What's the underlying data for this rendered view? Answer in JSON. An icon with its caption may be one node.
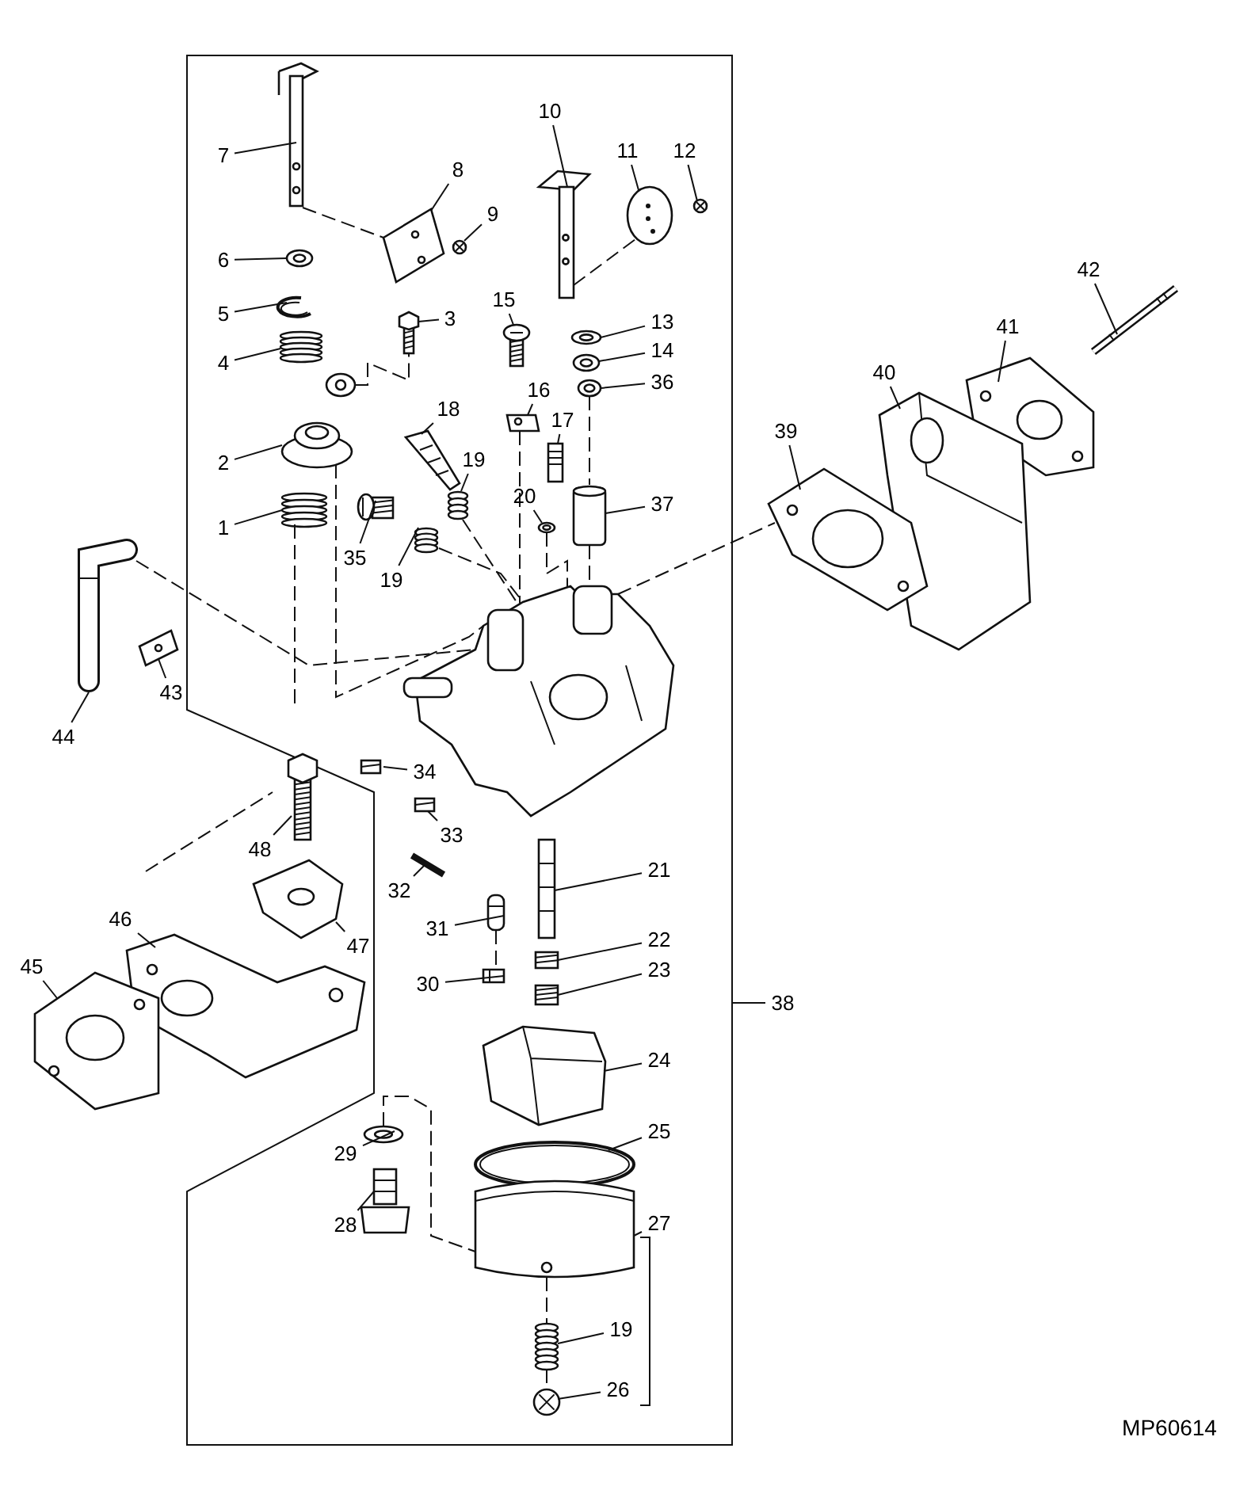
{
  "diagram": {
    "nodes": [
      {
        "text": [
          "7"
        ]
      },
      {
        "text": [
          "10"
        ]
      },
      {
        "text": [
          "11"
        ]
      },
      {
        "text": [
          "12"
        ]
      },
      {
        "text": [
          "8"
        ]
      },
      {
        "text": [
          "9"
        ]
      },
      {
        "text": [
          "42"
        ]
      },
      {
        "text": [
          "6"
        ]
      },
      {
        "text": [
          "15"
        ]
      },
      {
        "text": [
          "5"
        ]
      },
      {
        "text": [
          "3"
        ]
      },
      {
        "text": [
          "13"
        ]
      },
      {
        "text": [
          "41"
        ]
      },
      {
        "text": [
          "14"
        ]
      },
      {
        "text": [
          "4"
        ]
      },
      {
        "text": [
          "40"
        ]
      },
      {
        "text": [
          "36"
        ]
      },
      {
        "text": [
          "16"
        ]
      },
      {
        "text": [
          "18"
        ]
      },
      {
        "text": [
          "17"
        ]
      },
      {
        "text": [
          "39"
        ]
      },
      {
        "text": [
          "19"
        ]
      },
      {
        "text": [
          "2"
        ]
      },
      {
        "text": [
          "20"
        ]
      },
      {
        "text": [
          "37"
        ]
      },
      {
        "text": [
          "1"
        ]
      },
      {
        "text": [
          "35"
        ]
      },
      {
        "text": [
          "19"
        ]
      },
      {
        "text": [
          "43"
        ]
      },
      {
        "text": [
          "44"
        ]
      },
      {
        "text": [
          "34"
        ]
      },
      {
        "text": [
          "33"
        ]
      },
      {
        "text": [
          "48"
        ]
      },
      {
        "text": [
          "21"
        ]
      },
      {
        "text": [
          "32"
        ]
      },
      {
        "text": [
          "47"
        ]
      },
      {
        "text": [
          "46"
        ]
      },
      {
        "text": [
          "31"
        ]
      },
      {
        "text": [
          "22"
        ]
      },
      {
        "text": [
          "45"
        ]
      },
      {
        "text": [
          "23"
        ]
      },
      {
        "text": [
          "30"
        ]
      },
      {
        "text": [
          "38"
        ]
      },
      {
        "text": [
          "24"
        ]
      },
      {
        "text": [
          "25"
        ]
      },
      {
        "text": [
          "29"
        ]
      },
      {
        "text": [
          "28"
        ]
      },
      {
        "text": [
          "27"
        ]
      },
      {
        "text": [
          "19"
        ]
      },
      {
        "text": [
          "26"
        ]
      },
      {
        "text": [],
        "shape": "picture"
      },
      {
        "text": [],
        "shape": "picture"
      },
      {
        "text": [],
        "shape": "picture"
      },
      {
        "text": [],
        "shape": "picture"
      },
      {
        "text": [],
        "shape": "picture"
      },
      {
        "text": [],
        "shape": "picture"
      },
      {
        "text": [],
        "shape": "picture"
      },
      {
        "text": [],
        "shape": "picture"
      },
      {
        "text": [],
        "shape": "picture"
      },
      {
        "text": [],
        "shape": "picture"
      },
      {
        "text": [],
        "shape": "picture"
      },
      {
        "text": [],
        "shape": "picture"
      },
      {
        "text": [],
        "shape": "picture"
      },
      {
        "text": [],
        "shape": "picture"
      },
      {
        "text": [],
        "shape": "picture"
      },
      {
        "text": [],
        "shape": "picture"
      },
      {
        "text": [],
        "shape": "picture"
      },
      {
        "text": [],
        "shape": "picture"
      },
      {
        "text": [],
        "shape": "picture"
      },
      {
        "text": [],
        "shape": "picture"
      },
      {
        "text": [],
        "shape": "picture"
      },
      {
        "text": [],
        "shape": "picture"
      },
      {
        "text": [],
        "shape": "picture"
      },
      {
        "text": [],
        "shape": "picture"
      },
      {
        "text": [],
        "shape": "picture"
      },
      {
        "text": [],
        "shape": "picture"
      },
      {
        "text": [],
        "shape": "picture"
      },
      {
        "text": [],
        "shape": "picture"
      },
      {
        "text": [],
        "shape": "picture"
      },
      {
        "text": [],
        "shape": "picture"
      },
      {
        "text": [],
        "shape": "picture"
      },
      {
        "text": [],
        "shape": "picture"
      },
      {
        "text": [],
        "shape": "picture"
      },
      {
        "text": [],
        "shape": "picture"
      },
      {
        "text": [],
        "shape": "bar"
      },
      {
        "text": [],
        "shape": "picture"
      },
      {
        "text": [],
        "shape": "picture"
      },
      {
        "text": [],
        "shape": "picture"
      },
      {
        "text": [],
        "shape": "picture"
      },
      {
        "text": [],
        "shape": "picture"
      },
      {
        "text": [],
        "shape": "picture"
      },
      {
        "text": [],
        "shape": "picture"
      },
      {
        "text": [],
        "shape": "picture"
      },
      {
        "text": [],
        "shape": "picture"
      },
      {
        "text": [],
        "shape": "picture"
      },
      {
        "text": [],
        "shape": "picture"
      },
      {
        "text": [],
        "shape": "picture"
      },
      {
        "text": [],
        "shape": "picture"
      },
      {
        "text": [],
        "shape": "picture"
      },
      {
        "text": [],
        "shape": "picture"
      }
    ],
    "edges": [
      {
        "from": 0,
        "to": 50,
        "arrow": "none"
      },
      {
        "from": 1,
        "to": 51,
        "arrow": "none"
      },
      {
        "from": 2,
        "to": 52,
        "arrow": "none"
      },
      {
        "from": 3,
        "to": 53,
        "arrow": "none"
      },
      {
        "from": 4,
        "to": 54,
        "arrow": "none"
      },
      {
        "from": 5,
        "to": 55,
        "arrow": "none"
      },
      {
        "from": 6,
        "to": 56,
        "arrow": "none"
      },
      {
        "from": 7,
        "to": 57,
        "arrow": "none"
      },
      {
        "from": 8,
        "to": 58,
        "arrow": "none"
      },
      {
        "from": 9,
        "to": 59,
        "arrow": "none"
      },
      {
        "from": 10,
        "to": 60,
        "arrow": "none"
      },
      {
        "from": 11,
        "to": 61,
        "arrow": "none"
      },
      {
        "from": 12,
        "to": 62,
        "arrow": "none"
      },
      {
        "from": 13,
        "to": 63,
        "arrow": "none"
      },
      {
        "from": 14,
        "to": 64,
        "arrow": "none"
      },
      {
        "from": 15,
        "to": 65,
        "arrow": "none"
      },
      {
        "from": 16,
        "to": 66,
        "arrow": "none"
      },
      {
        "from": 17,
        "to": 67,
        "arrow": "none"
      },
      {
        "from": 18,
        "to": 68,
        "arrow": "none"
      },
      {
        "from": 19,
        "to": 69,
        "arrow": "none"
      },
      {
        "from": 20,
        "to": 70,
        "arrow": "none"
      },
      {
        "from": 21,
        "to": 71,
        "arrow": "none"
      },
      {
        "from": 22,
        "to": 72,
        "arrow": "none"
      },
      {
        "from": 23,
        "to": 73,
        "arrow": "none"
      },
      {
        "from": 24,
        "to": 74,
        "arrow": "none"
      },
      {
        "from": 25,
        "to": 75,
        "arrow": "none"
      },
      {
        "from": 26,
        "to": 76,
        "arrow": "none"
      },
      {
        "from": 27,
        "to": 77,
        "arrow": "none"
      },
      {
        "from": 28,
        "to": 78,
        "arrow": "none"
      },
      {
        "from": 29,
        "to": 79,
        "arrow": "none"
      },
      {
        "from": 30,
        "to": 80,
        "arrow": "none"
      },
      {
        "from": 31,
        "to": 81,
        "arrow": "none"
      },
      {
        "from": 32,
        "to": 82,
        "arrow": "none"
      },
      {
        "from": 33,
        "to": 83,
        "arrow": "none"
      },
      {
        "from": 34,
        "to": 84,
        "arrow": "none"
      },
      {
        "from": 35,
        "to": 85,
        "arrow": "none"
      },
      {
        "from": 36,
        "to": 86,
        "arrow": "none"
      },
      {
        "from": 37,
        "to": 87,
        "arrow": "none"
      },
      {
        "from": 38,
        "to": 88,
        "arrow": "none"
      },
      {
        "from": 39,
        "to": 89,
        "arrow": "none"
      },
      {
        "from": 40,
        "to": 90,
        "arrow": "none"
      },
      {
        "from": 41,
        "to": 91,
        "arrow": "none"
      },
      {
        "from": 42,
        "to": null,
        "arrow": "none"
      },
      {
        "from": 43,
        "to": 92,
        "arrow": "none"
      },
      {
        "from": 44,
        "to": 93,
        "arrow": "none"
      },
      {
        "from": 45,
        "to": 94,
        "arrow": "none"
      },
      {
        "from": 46,
        "to": 95,
        "arrow": "none"
      },
      {
        "from": 47,
        "to": 96,
        "arrow": "none"
      },
      {
        "from": 48,
        "to": 97,
        "arrow": "none"
      },
      {
        "from": 49,
        "to": 98,
        "arrow": "none"
      },
      {
        "from": 50,
        "to": 54,
        "arrow": "none",
        "style": "dashed"
      },
      {
        "from": 51,
        "to": 52,
        "arrow": "none",
        "style": "dashed"
      },
      {
        "from": 66,
        "to": 74,
        "arrow": "none",
        "style": "dashed"
      },
      {
        "from": 74,
        "to": 99,
        "arrow": "none",
        "style": "dashed"
      },
      {
        "from": 73,
        "to": 99,
        "arrow": "none",
        "style": "dashed"
      },
      {
        "from": 67,
        "to": 99,
        "arrow": "none",
        "style": "dashed"
      },
      {
        "from": 71,
        "to": 99,
        "arrow": "none",
        "style": "dashed"
      },
      {
        "from": 77,
        "to": 99,
        "arrow": "none",
        "style": "dashed"
      },
      {
        "from": 72,
        "to": 99,
        "arrow": "none",
        "style": "dashed"
      },
      {
        "from": 75,
        "to": null,
        "arrow": "none",
        "style": "dashed"
      },
      {
        "from": 79,
        "to": 99,
        "arrow": "none",
        "style": "dashed"
      },
      {
        "from": 72,
        "to": 60,
        "arrow": "none",
        "style": "dashed"
      },
      {
        "from": 99,
        "to": 70,
        "arrow": "none",
        "style": "dashed"
      },
      {
        "from": 87,
        "to": 91,
        "arrow": "none",
        "style": "dashed"
      },
      {
        "from": 94,
        "to": 96,
        "arrow": "none",
        "style": "dashed"
      },
      {
        "from": 96,
        "to": 97,
        "arrow": "none",
        "style": "dashed"
      },
      {
        "from": 97,
        "to": 98,
        "arrow": "none",
        "style": "dashed"
      }
    ],
    "labels": [
      "MP60614"
    ]
  }
}
